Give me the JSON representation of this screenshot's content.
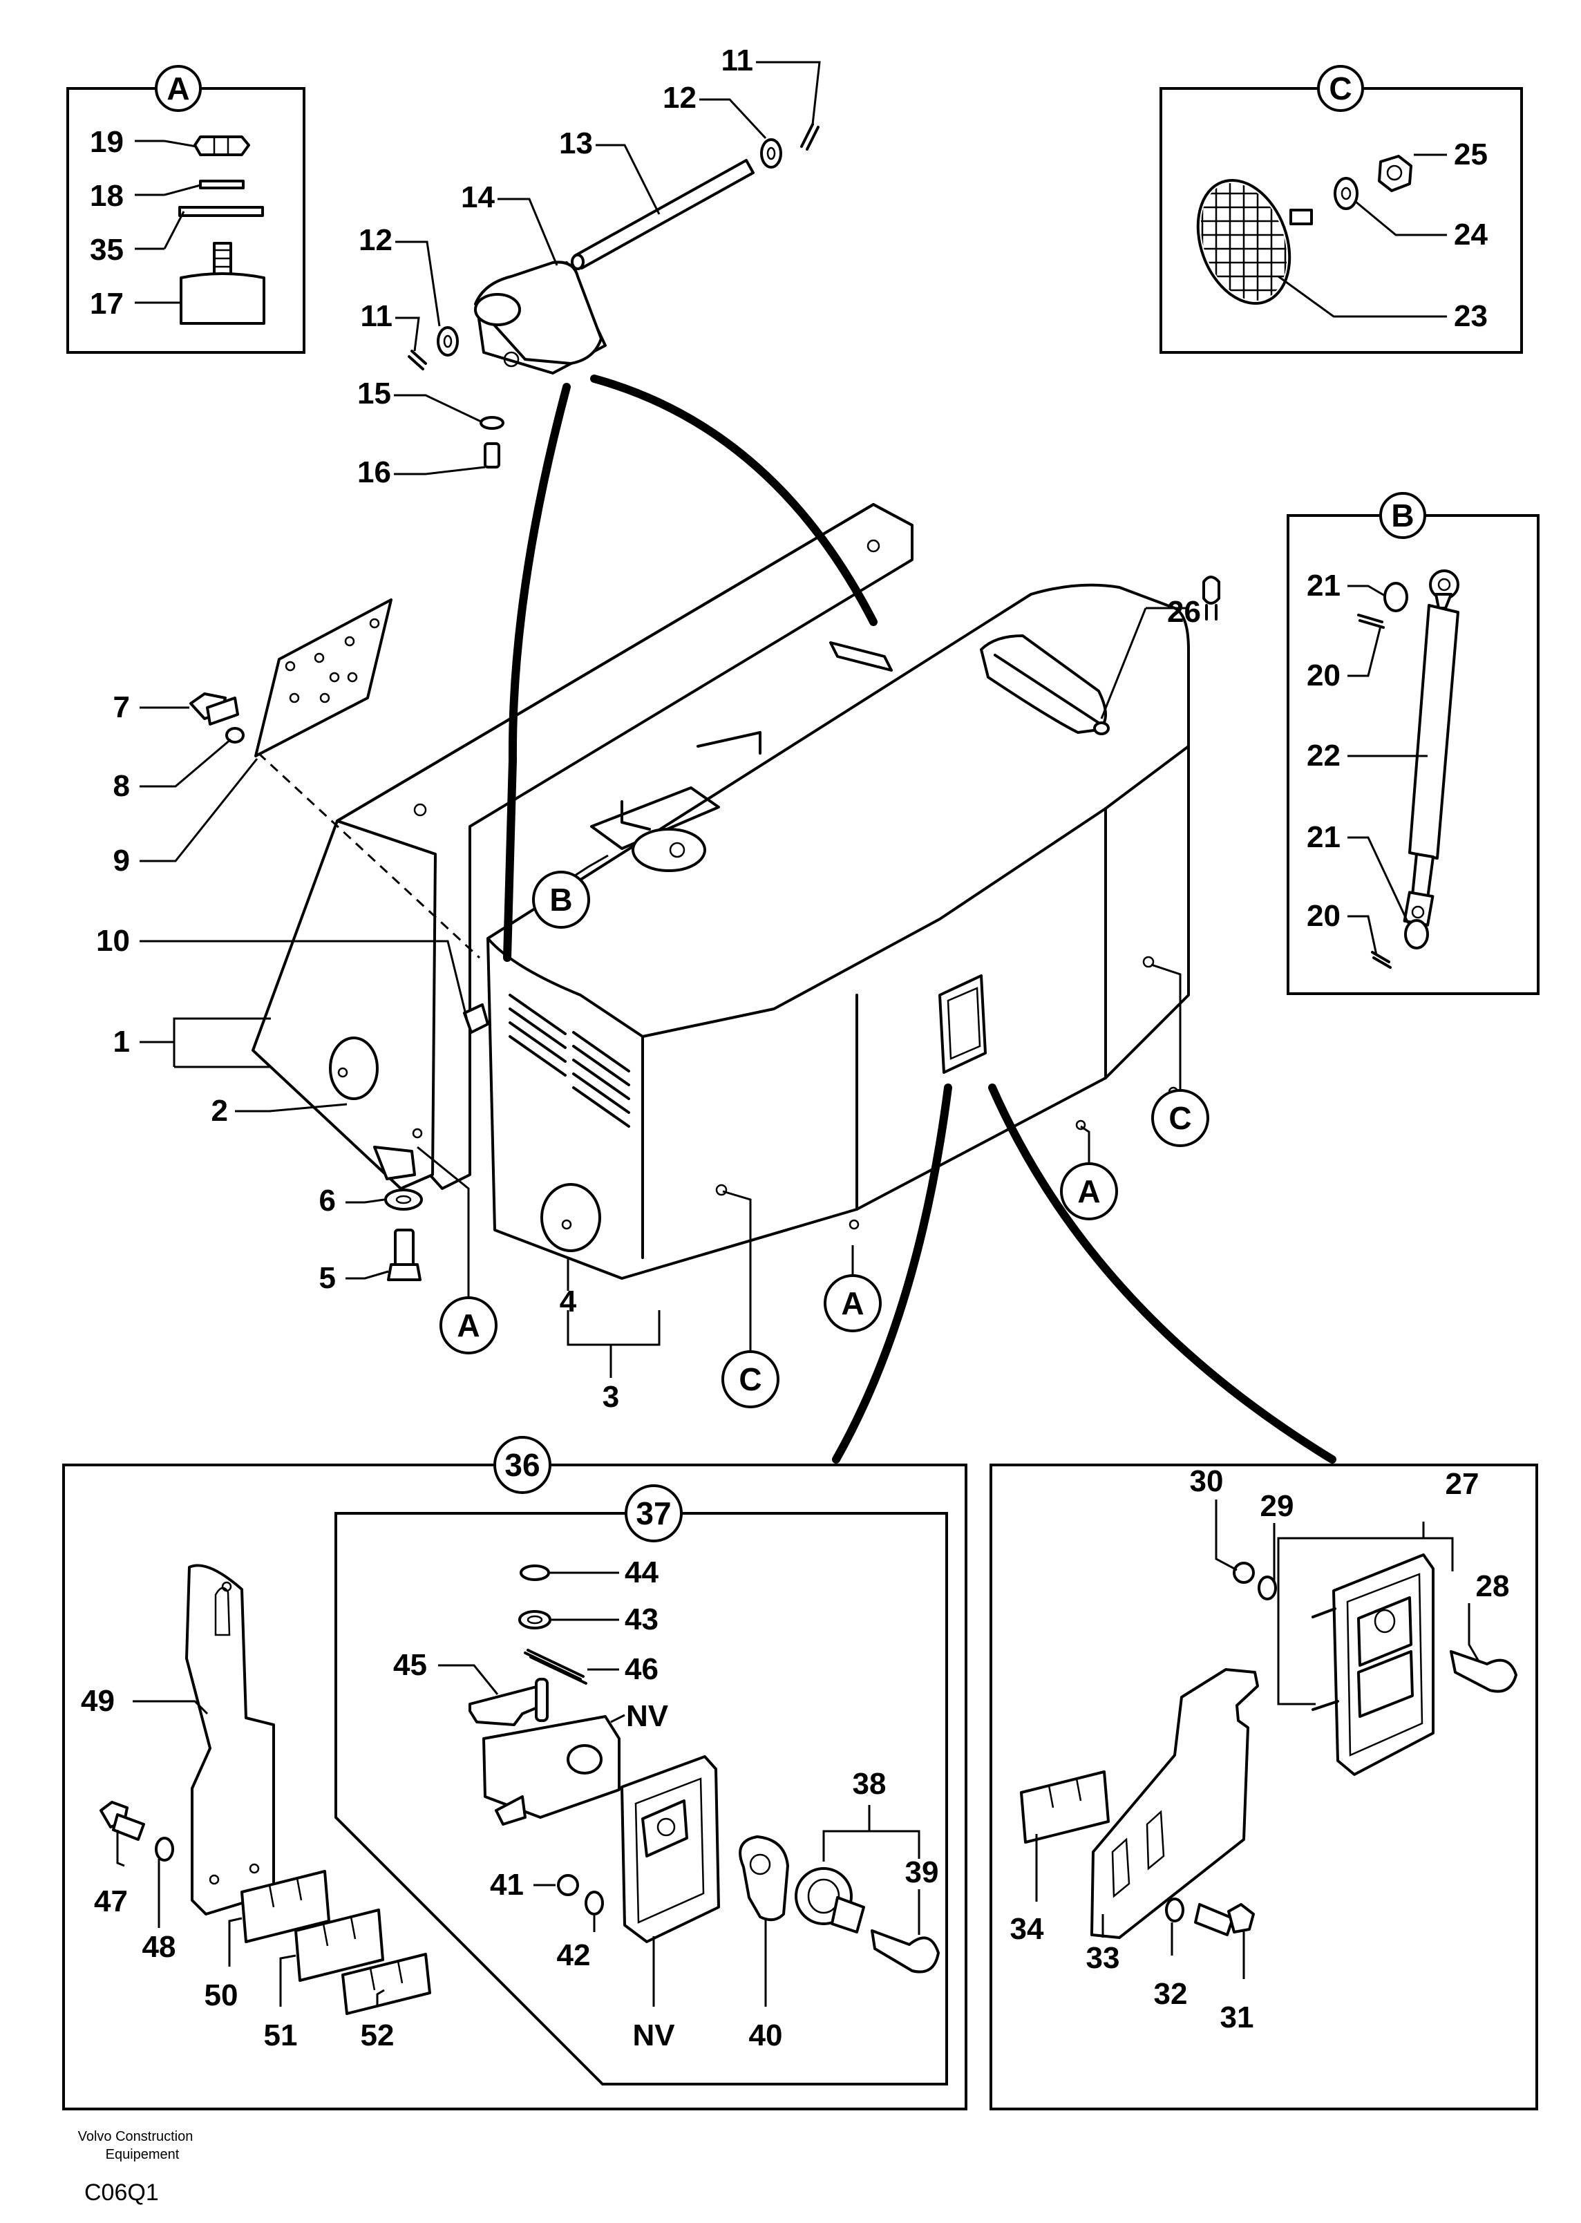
{
  "callouts": {
    "c1": "1",
    "c2": "2",
    "c3": "3",
    "c4": "4",
    "c5": "5",
    "c6": "6",
    "c7": "7",
    "c8": "8",
    "c9": "9",
    "c10": "10",
    "c11a": "11",
    "c11b": "11",
    "c12a": "12",
    "c12b": "12",
    "c13": "13",
    "c14": "14",
    "c15": "15",
    "c16": "16",
    "c17": "17",
    "c18": "18",
    "c19": "19",
    "c20a": "20",
    "c20b": "20",
    "c21a": "21",
    "c21b": "21",
    "c22": "22",
    "c23": "23",
    "c24": "24",
    "c25": "25",
    "c26": "26",
    "c27": "27",
    "c28": "28",
    "c29": "29",
    "c30": "30",
    "c31": "31",
    "c32": "32",
    "c33": "33",
    "c34": "34",
    "c35": "35",
    "c36": "36",
    "c37": "37",
    "c38": "38",
    "c39": "39",
    "c40": "40",
    "c41": "41",
    "c42": "42",
    "c43": "43",
    "c44": "44",
    "c45": "45",
    "c46": "46",
    "c47": "47",
    "c48": "48",
    "c49": "49",
    "c50": "50",
    "c51": "51",
    "c52": "52",
    "nv1": "NV",
    "nv2": "NV"
  },
  "detail_labels": {
    "a_box": "A",
    "b_box": "B",
    "c_box": "C",
    "a_ref1": "A",
    "a_ref2": "A",
    "a_ref3": "A",
    "b_ref": "B",
    "c_ref1": "C",
    "c_ref2": "C"
  },
  "footer": {
    "company_line1": "Volvo Construction",
    "company_line2": "Equipement",
    "drawing_code": "C06Q1"
  }
}
